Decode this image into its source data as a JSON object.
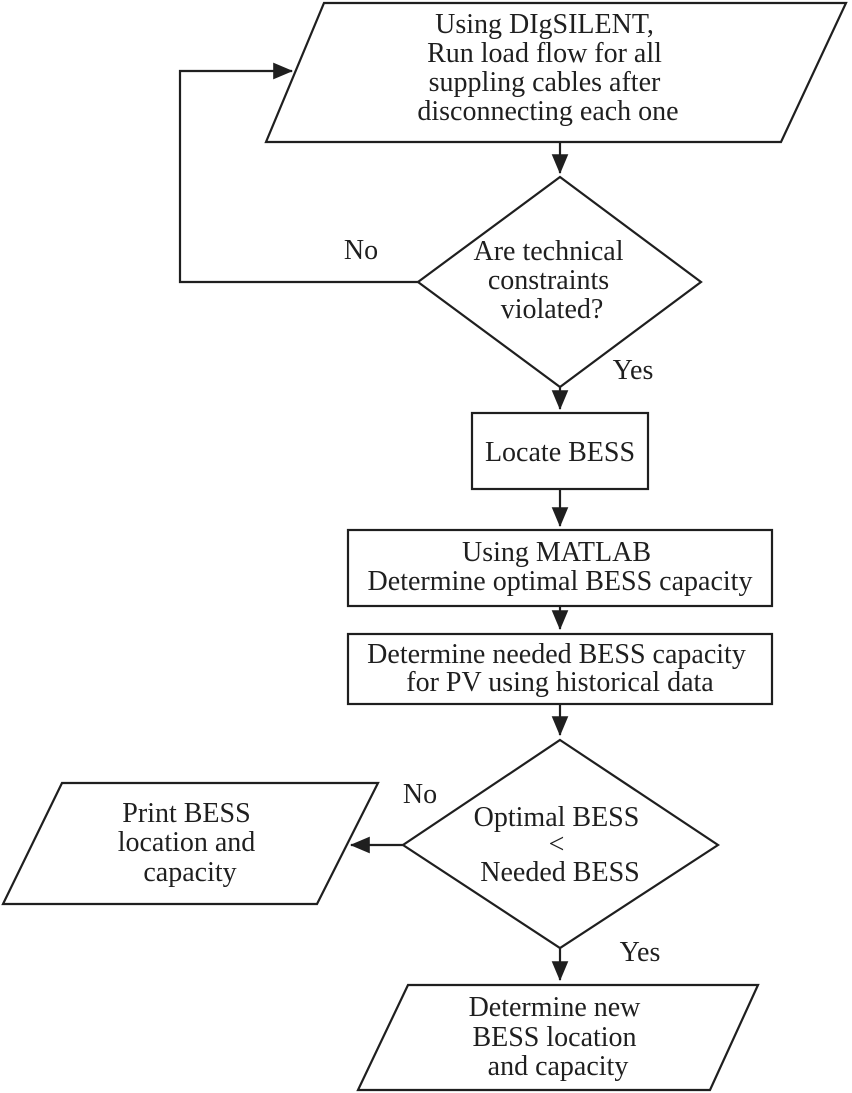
{
  "diagram": {
    "background": "#ffffff",
    "stroke_color": "#1f1f1f",
    "text_color": "#1f1f1f",
    "nodes": {
      "run_load_flow": {
        "shape": "parallelogram",
        "lines": [
          "Using DIgSILENT,",
          "Run load flow for all",
          "suppling cables after",
          "disconnecting each one"
        ]
      },
      "constraints_violated": {
        "shape": "decision",
        "lines": [
          "Are technical",
          "constraints",
          "violated?"
        ]
      },
      "locate_bess": {
        "shape": "process",
        "lines": [
          "Locate BESS"
        ]
      },
      "optimal_capacity": {
        "shape": "process",
        "lines": [
          "Using MATLAB",
          "Determine optimal BESS capacity"
        ]
      },
      "needed_capacity": {
        "shape": "process",
        "lines": [
          "Determine needed BESS capacity",
          "for PV using historical data"
        ]
      },
      "compare_bess": {
        "shape": "decision",
        "lines": [
          "Optimal BESS",
          "<",
          "Needed BESS"
        ]
      },
      "print_bess": {
        "shape": "parallelogram",
        "lines": [
          "Print BESS",
          "location and",
          "capacity"
        ]
      },
      "new_bess": {
        "shape": "parallelogram",
        "lines": [
          "Determine new",
          "BESS location",
          "and capacity"
        ]
      }
    },
    "edges": [
      {
        "from": "run_load_flow",
        "to": "constraints_violated",
        "label": ""
      },
      {
        "from": "constraints_violated",
        "to": "run_load_flow",
        "label": "No"
      },
      {
        "from": "constraints_violated",
        "to": "locate_bess",
        "label": "Yes"
      },
      {
        "from": "locate_bess",
        "to": "optimal_capacity",
        "label": ""
      },
      {
        "from": "optimal_capacity",
        "to": "needed_capacity",
        "label": ""
      },
      {
        "from": "needed_capacity",
        "to": "compare_bess",
        "label": ""
      },
      {
        "from": "compare_bess",
        "to": "print_bess",
        "label": "No"
      },
      {
        "from": "compare_bess",
        "to": "new_bess",
        "label": "Yes"
      }
    ]
  }
}
